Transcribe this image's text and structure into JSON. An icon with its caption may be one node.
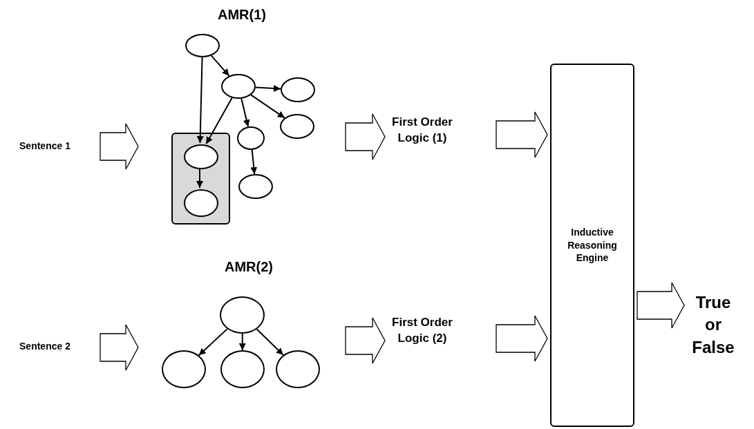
{
  "diagram": {
    "nodes": [
      {
        "text": [
          "AMR(1)"
        ]
      },
      {
        "text": [],
        "shape": "ellipse",
        "in": 0
      },
      {
        "text": [],
        "shape": "ellipse",
        "in": 0
      },
      {
        "text": [],
        "shape": "ellipse",
        "in": 0
      },
      {
        "text": [],
        "shape": "ellipse",
        "in": 0
      },
      {
        "text": [],
        "shape": "ellipse",
        "in": 0
      },
      {
        "text": [],
        "shape": "box",
        "in": 0
      },
      {
        "text": [],
        "shape": "ellipse",
        "in": 6
      },
      {
        "text": [],
        "shape": "ellipse",
        "in": 6
      },
      {
        "text": [],
        "shape": "ellipse",
        "in": 0
      },
      {
        "text": [
          "Sentence 1"
        ]
      },
      {
        "text": [
          "First Order Logic (1)"
        ]
      },
      {
        "text": [
          "Inductive Reasoning Engine"
        ]
      },
      {
        "text": [
          "True or False"
        ]
      },
      {
        "text": [
          "AMR(2)"
        ]
      },
      {
        "text": [],
        "shape": "ellipse",
        "in": 14
      },
      {
        "text": [],
        "shape": "ellipse",
        "in": 14
      },
      {
        "text": [],
        "shape": "ellipse",
        "in": 14
      },
      {
        "text": [],
        "shape": "ellipse",
        "in": 14
      },
      {
        "text": [
          "Sentence 2"
        ]
      },
      {
        "text": [
          "First Order Logic (2)"
        ]
      }
    ],
    "edges": [
      {
        "from": 1,
        "to": 2,
        "arrow": "to"
      },
      {
        "from": 1,
        "to": 7,
        "arrow": "to"
      },
      {
        "from": 2,
        "to": 3,
        "arrow": "to"
      },
      {
        "from": 2,
        "to": 4,
        "arrow": "to"
      },
      {
        "from": 2,
        "to": 5,
        "arrow": "to"
      },
      {
        "from": 2,
        "to": 7,
        "arrow": "to"
      },
      {
        "from": 5,
        "to": 9,
        "arrow": "to"
      },
      {
        "from": 7,
        "to": 8,
        "arrow": "to"
      },
      {
        "from": 15,
        "to": 16,
        "arrow": "to"
      },
      {
        "from": 15,
        "to": 17,
        "arrow": "to"
      },
      {
        "from": 15,
        "to": 18,
        "arrow": "to"
      },
      {
        "from": 10,
        "to": 0,
        "arrow": "to",
        "style": "thick"
      },
      {
        "from": 0,
        "to": 11,
        "arrow": "to",
        "style": "thick"
      },
      {
        "from": 11,
        "to": 12,
        "arrow": "to",
        "style": "thick"
      },
      {
        "from": 19,
        "to": 14,
        "arrow": "to",
        "style": "thick"
      },
      {
        "from": 14,
        "to": 20,
        "arrow": "to",
        "style": "thick"
      },
      {
        "from": 20,
        "to": 12,
        "arrow": "to",
        "style": "thick"
      },
      {
        "from": 12,
        "to": 13,
        "arrow": "to",
        "style": "thick"
      }
    ]
  }
}
